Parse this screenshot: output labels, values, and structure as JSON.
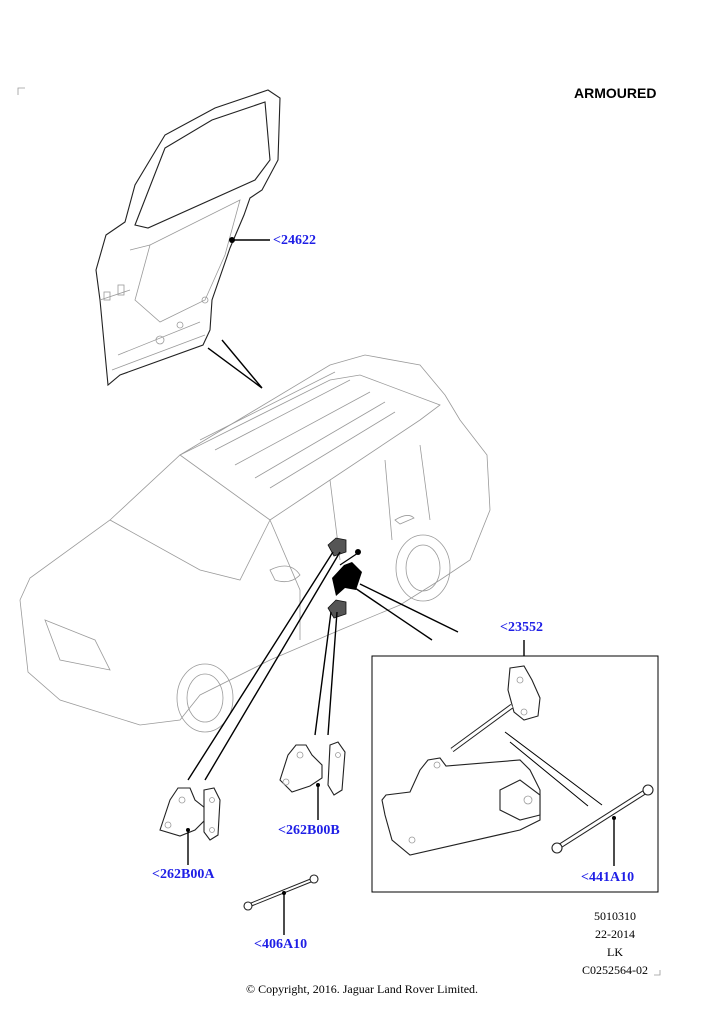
{
  "header": {
    "variant_label": "ARMOURED"
  },
  "callouts": {
    "door_shell": "<24622",
    "check_strap_assembly": "<23552",
    "upper_hinge": "<262B00B",
    "lower_hinge": "<262B00A",
    "check_arm": "<441A10",
    "link_rod": "<406A10"
  },
  "illustration_meta": {
    "line1": "5010310",
    "line2": "22-2014",
    "line3": "LK",
    "line4": "C0252564-02"
  },
  "footer": {
    "copyright": "© Copyright, 2016. Jaguar Land Rover Limited."
  },
  "icons": {
    "door": "rear-door-shell-drawing",
    "vehicle": "suv-vehicle-outline-drawing",
    "hinge_a": "door-hinge-drawing",
    "hinge_b": "door-hinge-drawing",
    "actuator": "door-check-actuator-drawing",
    "rod": "adjustable-rod-drawing"
  }
}
